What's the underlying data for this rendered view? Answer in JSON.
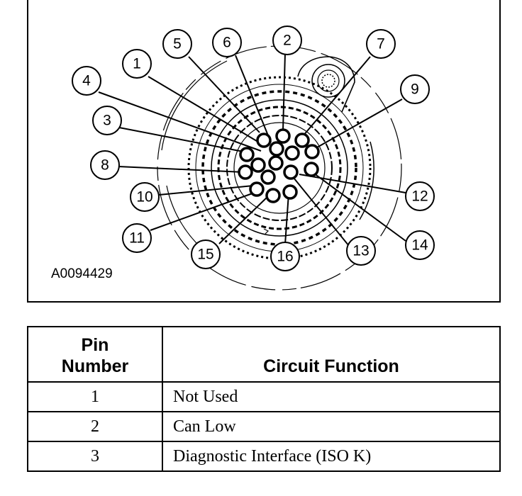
{
  "figure": {
    "reference_code": "A0094429",
    "callouts": [
      {
        "num": "1"
      },
      {
        "num": "2"
      },
      {
        "num": "3"
      },
      {
        "num": "4"
      },
      {
        "num": "5"
      },
      {
        "num": "6"
      },
      {
        "num": "7"
      },
      {
        "num": "8"
      },
      {
        "num": "9"
      },
      {
        "num": "10"
      },
      {
        "num": "11"
      },
      {
        "num": "12"
      },
      {
        "num": "13"
      },
      {
        "num": "14"
      },
      {
        "num": "15"
      },
      {
        "num": "16"
      }
    ]
  },
  "table": {
    "headers": [
      "Pin\nNumber",
      "Circuit Function"
    ],
    "rows": [
      {
        "pin": "1",
        "function": "Not Used"
      },
      {
        "pin": "2",
        "function": "Can Low"
      },
      {
        "pin": "3",
        "function": "Diagnostic Interface (ISO K)"
      }
    ]
  }
}
